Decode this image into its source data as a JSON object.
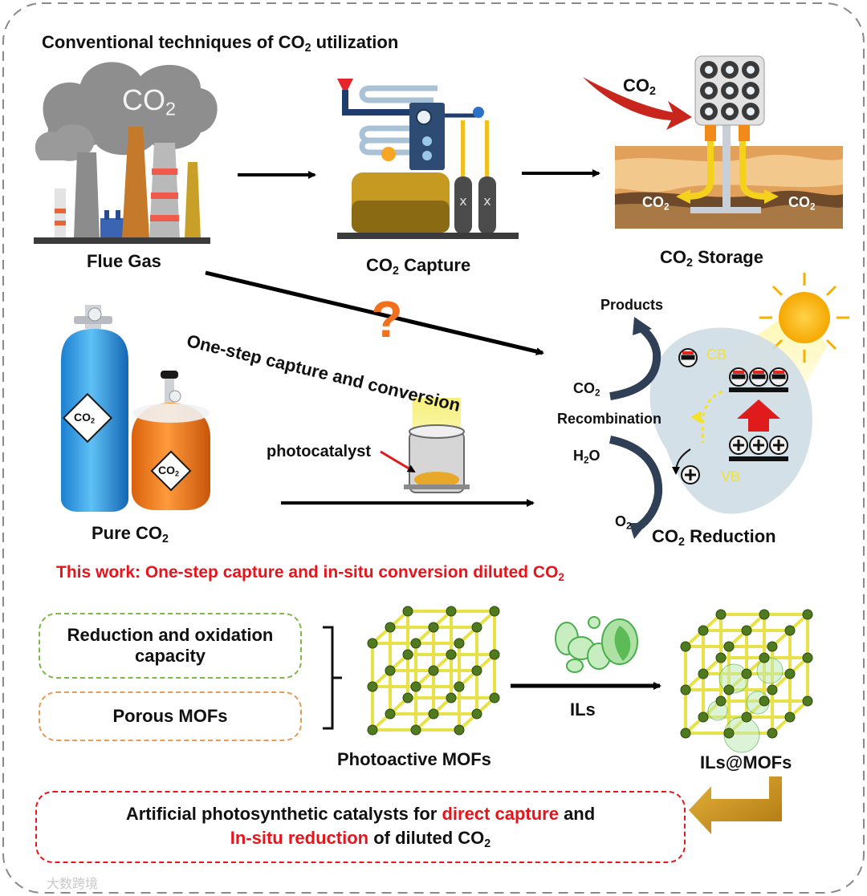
{
  "top": {
    "heading_prefix": "Conventional techniques of CO",
    "heading_sub": "2",
    "heading_suffix": " utilization",
    "smoke_prefix": "CO",
    "smoke_sub": "2",
    "flue_gas": "Flue Gas",
    "capture_prefix": "CO",
    "capture_sub": "2",
    "capture_suffix": " Capture",
    "storage_prefix": "CO",
    "storage_sub": "2",
    "storage_suffix": " Storage",
    "inflow_prefix": "CO",
    "inflow_sub": "2",
    "left_prefix": "CO",
    "left_sub": "2",
    "right_prefix": "CO",
    "right_sub": "2"
  },
  "middle": {
    "one_step": "One-step capture and conversion",
    "question": "?",
    "products": "Products",
    "co2_prefix": "CO",
    "co2_sub": "2",
    "recombination": "Recombination",
    "h2o_prefix": "H",
    "h2o_sub": "2",
    "h2o_suffix": "O",
    "o2_prefix": "O",
    "o2_sub": "2",
    "cb": "CB",
    "vb": "VB",
    "reduction_prefix": "CO",
    "reduction_sub": "2",
    "reduction_suffix": " Reduction",
    "photocatalyst": "photocatalyst",
    "cyl1_prefix": "CO",
    "cyl1_sub": "2",
    "cyl2_prefix": "CO",
    "cyl2_sub": "2",
    "pure_prefix": "Pure CO",
    "pure_sub": "2"
  },
  "this_work": {
    "prefix": "This work:  One-step capture and in-situ conversion diluted CO",
    "sub": "2"
  },
  "bottom": {
    "box1": "Reduction and oxidation capacity",
    "box2": "Porous MOFs",
    "photoactive": "Photoactive MOFs",
    "ils": "ILs",
    "ils_mofs": "ILs@MOFs",
    "final_a": "Artificial photosynthetic catalysts for ",
    "final_b": "direct capture",
    "final_c": " and",
    "final_d": "In-situ reduction",
    "final_e": " of diluted CO",
    "final_sub": "2"
  },
  "watermark": "大数跨境",
  "colors": {
    "red": "#e8141b",
    "green_dash": "#7cb84a",
    "orange_dash": "#e89a57",
    "mof_frame": "#e8e24a",
    "mof_node": "#4f7a1f",
    "arrow_gold": "#d19a1a"
  }
}
